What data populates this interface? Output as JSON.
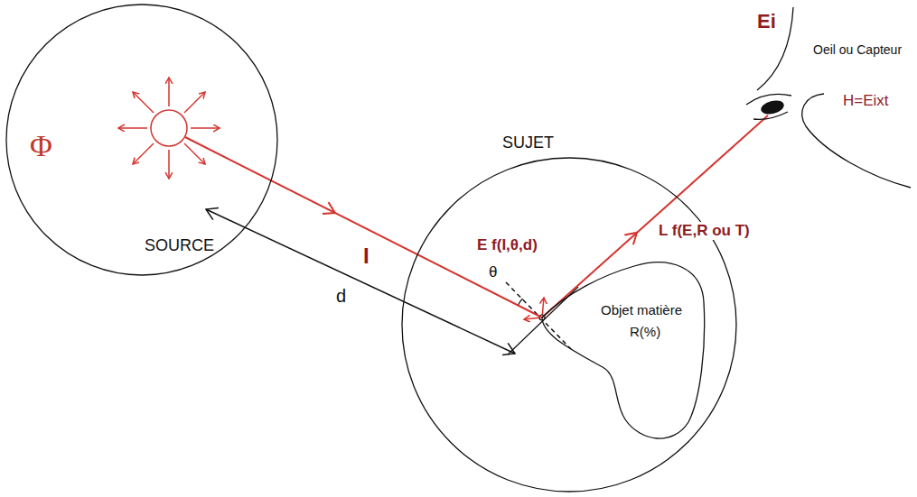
{
  "diagram": {
    "nodes": [
      {
        "text": [
          "Φ",
          "SOURCE"
        ]
      },
      {
        "text": [
          "SUJET"
        ]
      },
      {
        "text": [
          "Objet matière",
          "R(%)"
        ],
        "in": 1
      },
      {
        "text": [
          "Ei",
          "Oeil ou Capteur",
          "H=Eixt"
        ]
      }
    ],
    "edges": [
      {
        "from": 0,
        "to": 2,
        "label": "I",
        "arrow": "to"
      },
      {
        "from": 0,
        "to": 2,
        "label": "d",
        "arrow": "both"
      },
      {
        "from": 2,
        "to": 3,
        "label": "L f(E,R ou T)",
        "arrow": "to"
      }
    ],
    "labels": [
      "E f(I,θ,d)",
      "θ"
    ]
  }
}
